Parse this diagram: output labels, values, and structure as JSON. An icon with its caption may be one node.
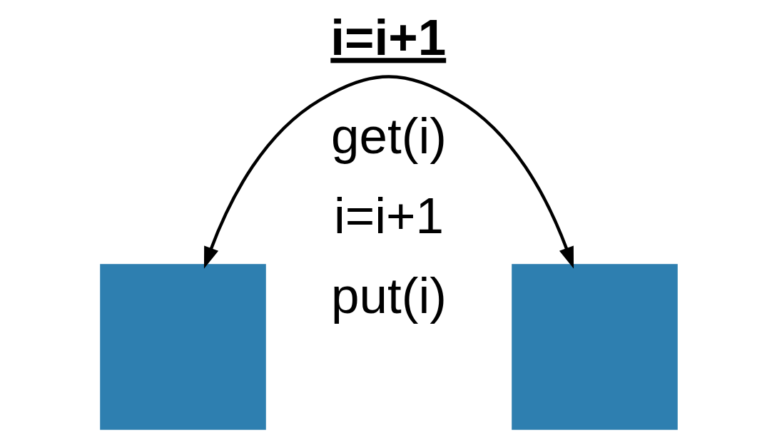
{
  "diagram": {
    "title": "i=i+1",
    "nodes": [
      {
        "text": [],
        "shape": "box"
      },
      {
        "text": [],
        "shape": "box"
      }
    ],
    "edges": [
      {
        "from": 0,
        "to": 1,
        "arrow": "both"
      }
    ],
    "labels": [
      "get(i)",
      "i=i+1",
      "put(i)"
    ]
  }
}
